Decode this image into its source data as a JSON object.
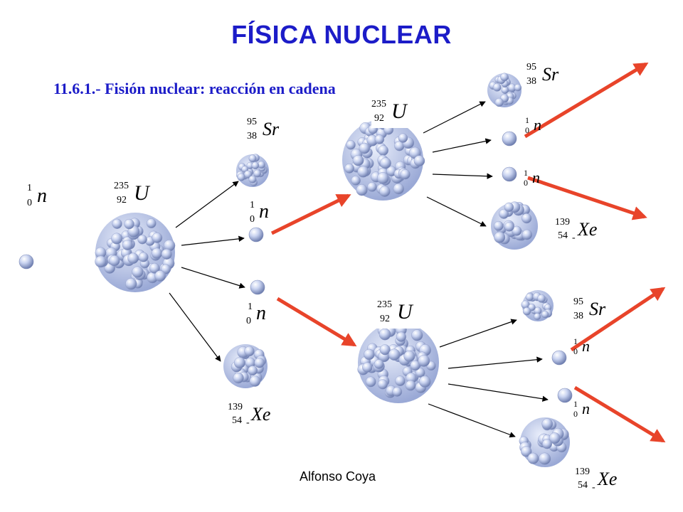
{
  "title": "FÍSICA NUCLEAR",
  "subtitle": "11.6.1.- Fisión nuclear: reacción en cadena",
  "footer": "Alfonso Coya",
  "colors": {
    "title": "#1c1cc8",
    "arrow_red": "#e8442a",
    "arrow_black": "#000000",
    "nucleon": "#b7c3e6"
  },
  "labels": {
    "n0": {
      "mass": "1",
      "atomic": "0",
      "symbol": "n"
    },
    "u1": {
      "mass": "235",
      "atomic": "92",
      "symbol": "U"
    },
    "sr1": {
      "mass": "95",
      "atomic": "38",
      "symbol": "Sr"
    },
    "n1": {
      "mass": "1",
      "atomic": "0",
      "symbol": "n"
    },
    "n2": {
      "mass": "1",
      "atomic": "0",
      "symbol": "n"
    },
    "xe1": {
      "mass": "139",
      "atomic": "54",
      "symbol": "Xe"
    },
    "u2": {
      "mass": "235",
      "atomic": "92",
      "symbol": "U"
    },
    "sr2": {
      "mass": "95",
      "atomic": "38",
      "symbol": "Sr"
    },
    "n3": {
      "mass": "1",
      "atomic": "0",
      "symbol": "n"
    },
    "n4": {
      "mass": "1",
      "atomic": "0",
      "symbol": "n"
    },
    "xe2": {
      "mass": "139",
      "atomic": "54",
      "symbol": "Xe"
    },
    "u3": {
      "mass": "235",
      "atomic": "92",
      "symbol": "U"
    },
    "sr3": {
      "mass": "95",
      "atomic": "38",
      "symbol": "Sr"
    },
    "n5": {
      "mass": "1",
      "atomic": "0",
      "symbol": "n"
    },
    "n6": {
      "mass": "1",
      "atomic": "0",
      "symbol": "n"
    },
    "xe3": {
      "mass": "139",
      "atomic": "54",
      "symbol": "Xe"
    }
  }
}
